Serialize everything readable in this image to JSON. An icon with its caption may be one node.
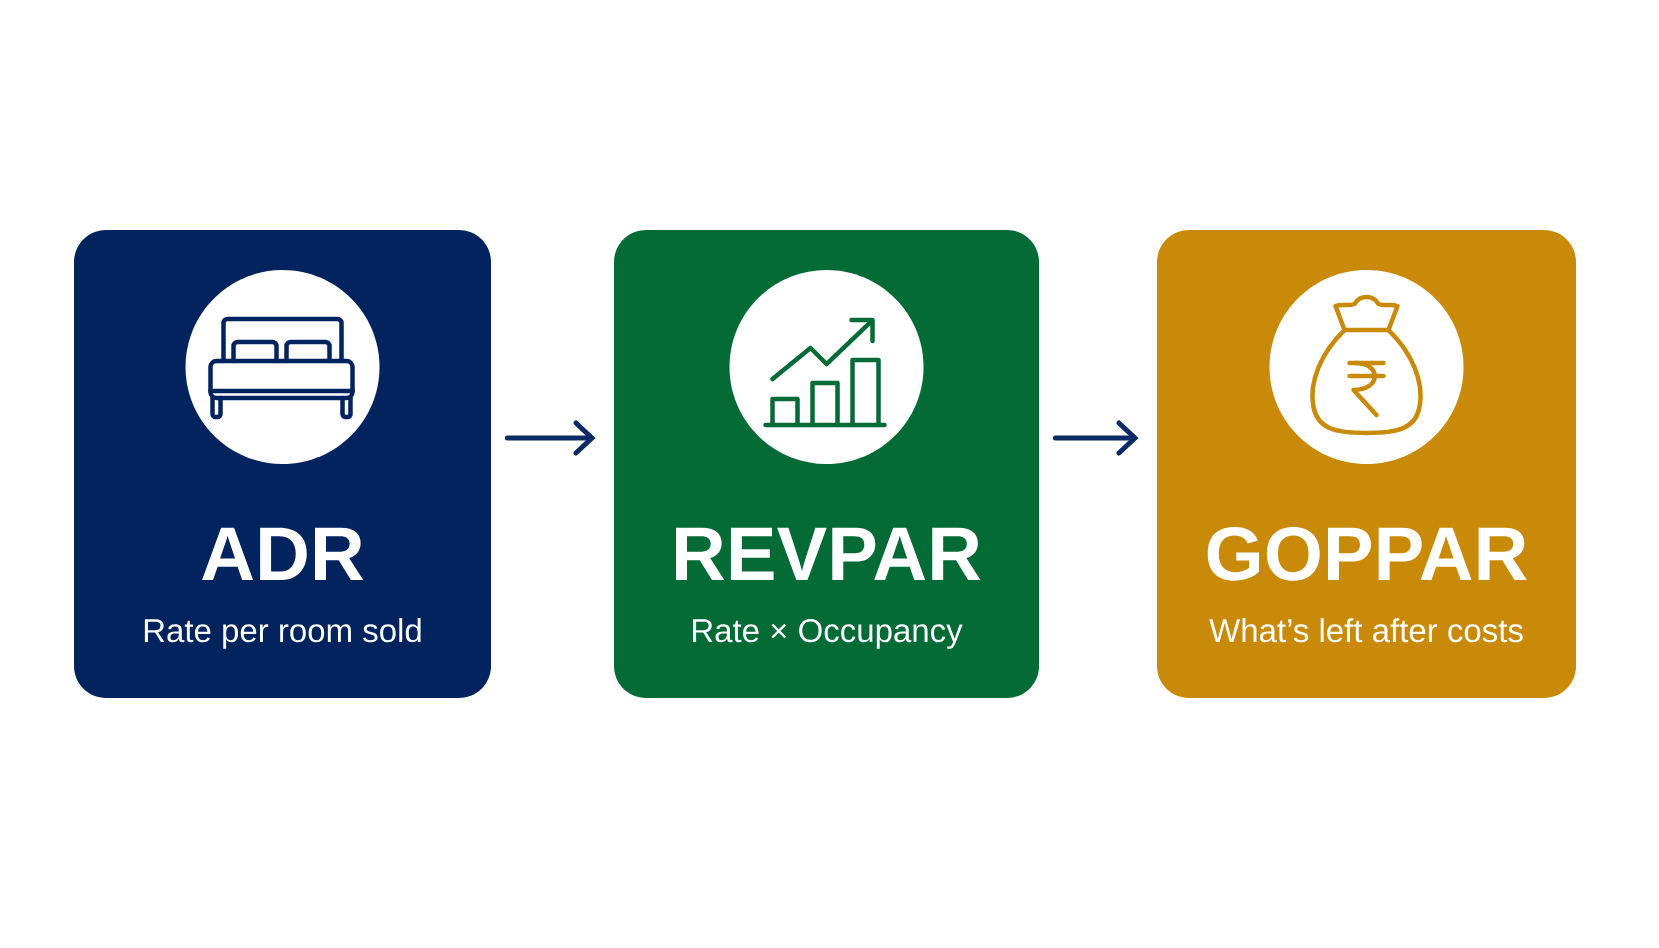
{
  "diagram": {
    "nodes": [
      {
        "text": [
          "ADR",
          "Rate per room sold"
        ]
      },
      {
        "text": [
          "REVPAR",
          "Rate × Occupancy"
        ]
      },
      {
        "text": [
          "GOPPAR",
          "What’s left after costs"
        ]
      }
    ],
    "edges": [
      {
        "from": 0,
        "to": 1,
        "arrow": "to"
      },
      {
        "from": 1,
        "to": 2,
        "arrow": "to"
      }
    ]
  }
}
